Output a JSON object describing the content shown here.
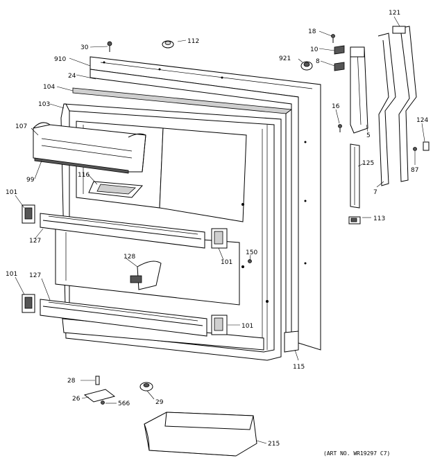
{
  "callouts": {
    "c30": "30",
    "c112": "112",
    "c910": "910",
    "c24": "24",
    "c104": "104",
    "c103": "103",
    "c107": "107",
    "c99": "99",
    "c116": "116",
    "c101a": "101",
    "c127a": "127",
    "c101b": "101",
    "c128": "128",
    "c150": "150",
    "c101c": "101",
    "c127b": "127",
    "c101d": "101",
    "c115": "115",
    "c18": "18",
    "c10": "10",
    "c8": "8",
    "c921": "921",
    "c16": "16",
    "c5": "5",
    "c121": "121",
    "c124": "124",
    "c87": "87",
    "c125": "125",
    "c7": "7",
    "c113": "113",
    "c28": "28",
    "c26": "26",
    "c566": "566",
    "c29": "29",
    "c215": "215"
  },
  "art_number": "(ART NO. WR19297 C7)"
}
